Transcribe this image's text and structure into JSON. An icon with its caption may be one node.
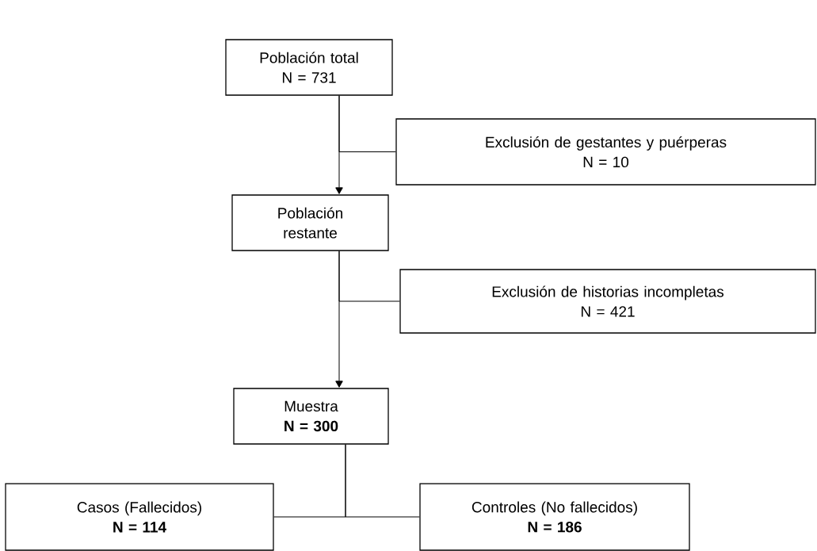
{
  "diagram": {
    "nodes": [
      {
        "text": [
          "Población total",
          "N = 731"
        ]
      },
      {
        "text": [
          "Exclusión de gestantes y puérperas",
          "N = 10"
        ]
      },
      {
        "text": [
          "Población restante"
        ]
      },
      {
        "text": [
          "Exclusión de historias incompletas",
          "N = 421"
        ]
      },
      {
        "text": [
          "Muestra",
          "N = 300"
        ]
      },
      {
        "text": [
          "Casos (Fallecidos)",
          "N = 114"
        ]
      },
      {
        "text": [
          "Controles (No fallecidos)",
          "N = 186"
        ]
      }
    ],
    "edges": [
      {
        "from": 0,
        "to": 2,
        "arrow": "to"
      },
      {
        "from": 0,
        "to": 1,
        "arrow": "none"
      },
      {
        "from": 2,
        "to": 4,
        "arrow": "to"
      },
      {
        "from": 2,
        "to": 3,
        "arrow": "none"
      },
      {
        "from": 4,
        "to": 5,
        "arrow": "none"
      },
      {
        "from": 4,
        "to": 6,
        "arrow": "none"
      }
    ]
  }
}
